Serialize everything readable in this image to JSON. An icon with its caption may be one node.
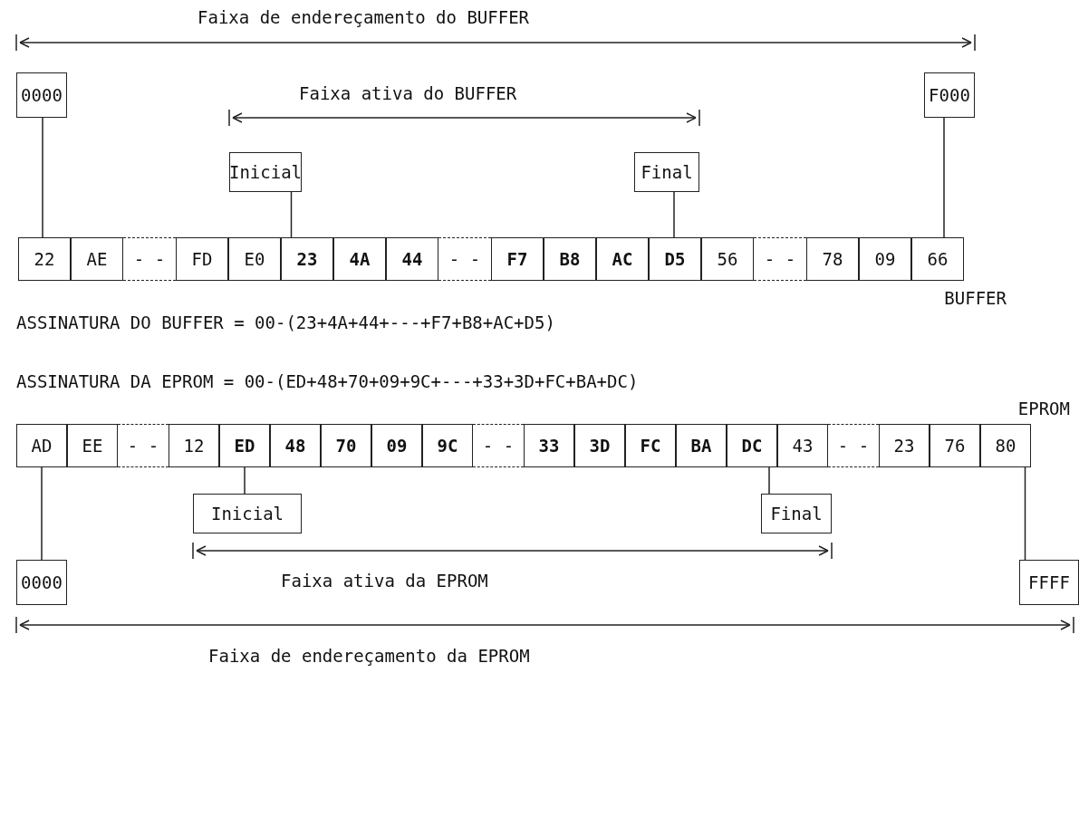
{
  "diagram": {
    "title": "Faixa de endereçamento do BUFFER",
    "nodes": [
      {
        "text": [
          "0000"
        ]
      },
      {
        "text": [
          "F000"
        ]
      },
      {
        "text": [
          "Inicial"
        ]
      },
      {
        "text": [
          "Final"
        ]
      },
      {
        "text": [
          "22"
        ]
      },
      {
        "text": [
          "AE"
        ]
      },
      {
        "text": [
          "- -"
        ]
      },
      {
        "text": [
          "FD"
        ]
      },
      {
        "text": [
          "E0"
        ]
      },
      {
        "text": [
          "23"
        ]
      },
      {
        "text": [
          "4A"
        ]
      },
      {
        "text": [
          "44"
        ]
      },
      {
        "text": [
          "- -"
        ]
      },
      {
        "text": [
          "F7"
        ]
      },
      {
        "text": [
          "B8"
        ]
      },
      {
        "text": [
          "AC"
        ]
      },
      {
        "text": [
          "D5"
        ]
      },
      {
        "text": [
          "56"
        ]
      },
      {
        "text": [
          "- -"
        ]
      },
      {
        "text": [
          "78"
        ]
      },
      {
        "text": [
          "09"
        ]
      },
      {
        "text": [
          "66"
        ]
      },
      {
        "text": [
          "AD"
        ]
      },
      {
        "text": [
          "EE"
        ]
      },
      {
        "text": [
          "- -"
        ]
      },
      {
        "text": [
          "12"
        ]
      },
      {
        "text": [
          "ED"
        ]
      },
      {
        "text": [
          "48"
        ]
      },
      {
        "text": [
          "70"
        ]
      },
      {
        "text": [
          "09"
        ]
      },
      {
        "text": [
          "9C"
        ]
      },
      {
        "text": [
          "- -"
        ]
      },
      {
        "text": [
          "33"
        ]
      },
      {
        "text": [
          "3D"
        ]
      },
      {
        "text": [
          "FC"
        ]
      },
      {
        "text": [
          "BA"
        ]
      },
      {
        "text": [
          "DC"
        ]
      },
      {
        "text": [
          "43"
        ]
      },
      {
        "text": [
          "- -"
        ]
      },
      {
        "text": [
          "23"
        ]
      },
      {
        "text": [
          "76"
        ]
      },
      {
        "text": [
          "80"
        ]
      },
      {
        "text": [
          "Inicial"
        ]
      },
      {
        "text": [
          "Final"
        ]
      },
      {
        "text": [
          "0000"
        ]
      },
      {
        "text": [
          "FFFF"
        ]
      }
    ],
    "edges": [
      {
        "from": 0,
        "to": 4,
        "arrow": "none"
      },
      {
        "from": 2,
        "to": 9,
        "arrow": "none"
      },
      {
        "from": 3,
        "to": 16,
        "arrow": "none"
      },
      {
        "from": 1,
        "to": 21,
        "arrow": "none"
      },
      {
        "from": 42,
        "to": 26,
        "arrow": "none"
      },
      {
        "from": 43,
        "to": 36,
        "arrow": "none"
      },
      {
        "from": 44,
        "to": 22,
        "arrow": "none"
      },
      {
        "from": 45,
        "to": 41,
        "arrow": "none"
      }
    ],
    "labels": [
      "Faixa ativa do BUFFER",
      "BUFFER",
      "ASSINATURA DO BUFFER = 00-(23+4A+44+---+F7+B8+AC+D5)",
      "ASSINATURA DA EPROM = 00-(ED+48+70+09+9C+---+33+3D+FC+BA+DC)",
      "EPROM",
      "Faixa ativa da EPROM",
      "Faixa de endereçamento da EPROM"
    ]
  }
}
